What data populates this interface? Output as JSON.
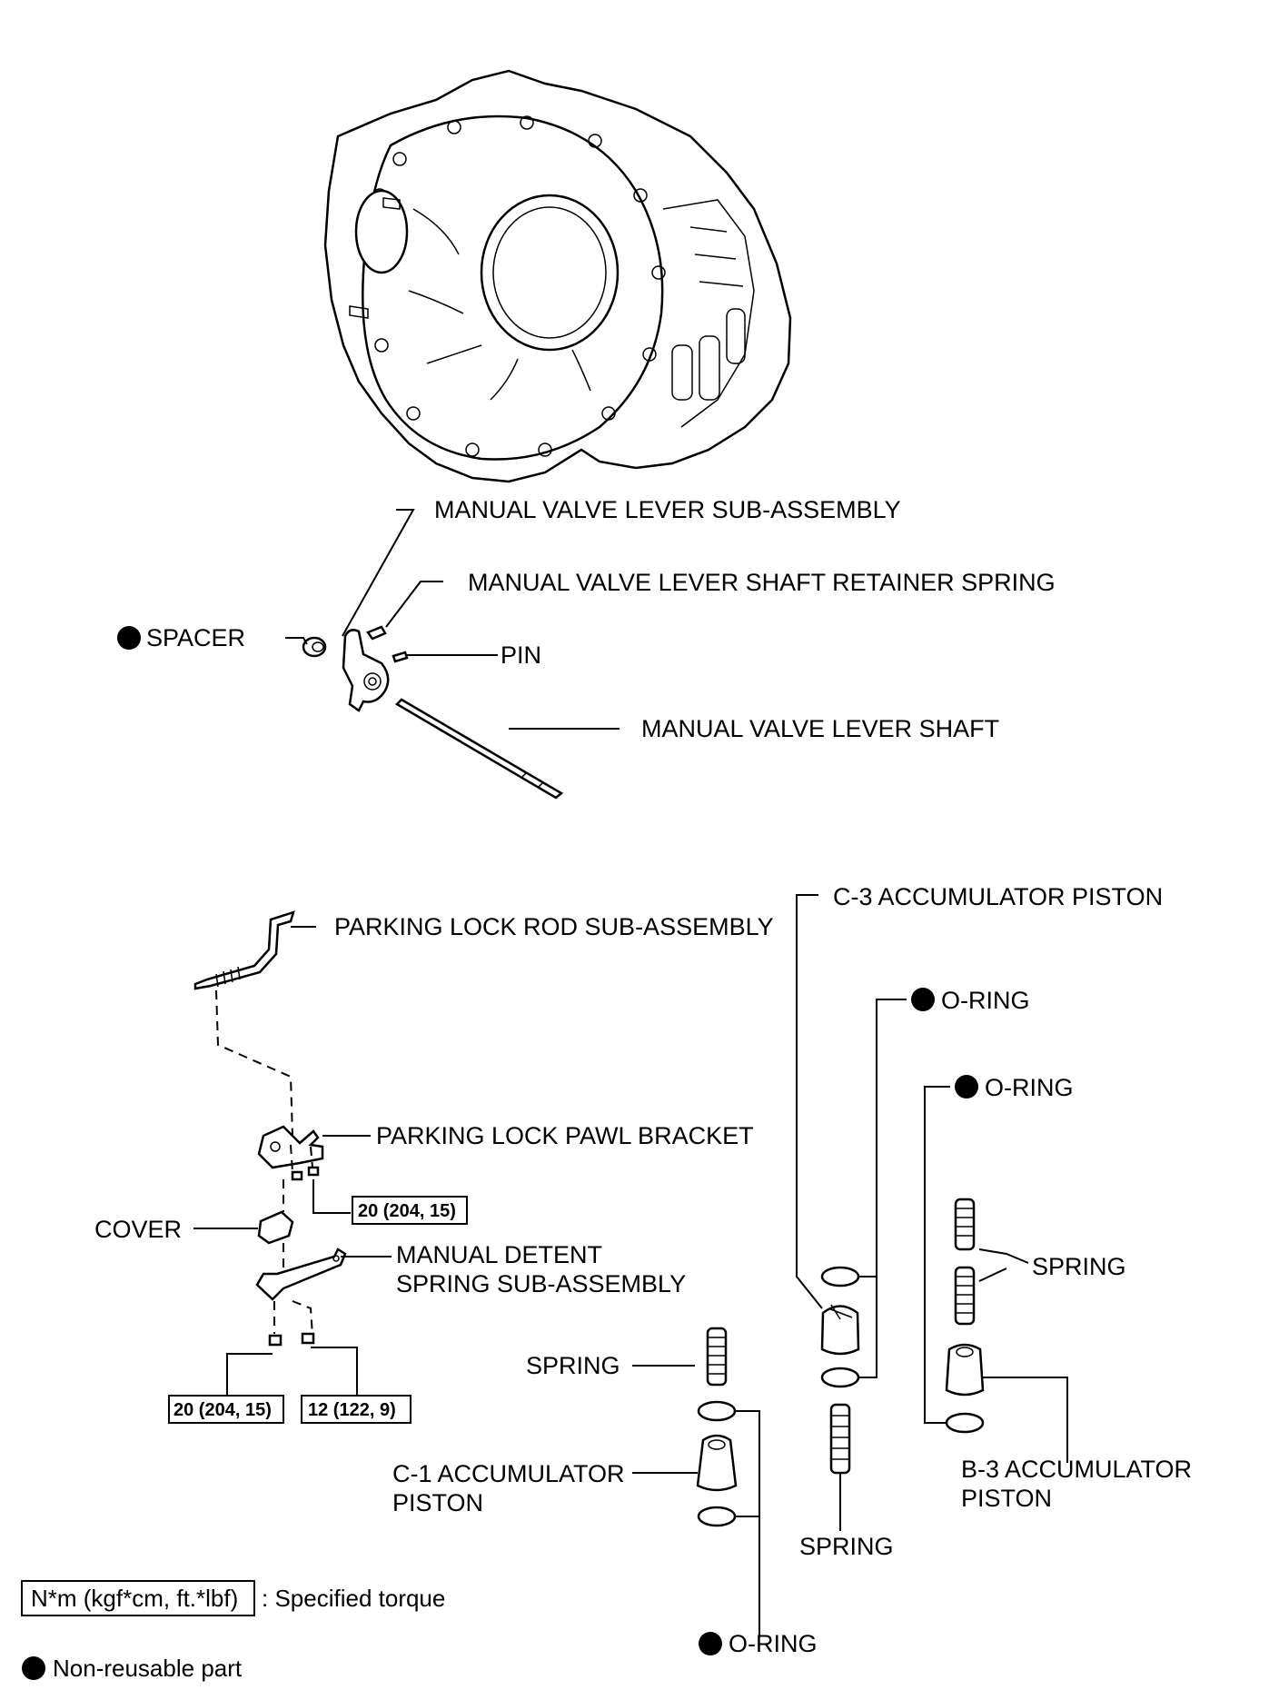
{
  "labels": {
    "manual_valve_lever_sub_assembly": "MANUAL VALVE LEVER SUB-ASSEMBLY",
    "manual_valve_lever_shaft_retainer_spring": "MANUAL VALVE LEVER SHAFT RETAINER SPRING",
    "spacer": "SPACER",
    "pin": "PIN",
    "manual_valve_lever_shaft": "MANUAL VALVE LEVER SHAFT",
    "parking_lock_rod_sub_assembly": "PARKING LOCK ROD SUB-ASSEMBLY",
    "c3_accumulator_piston": "C-3 ACCUMULATOR PISTON",
    "o_ring_1": "O-RING",
    "o_ring_2": "O-RING",
    "o_ring_3": "O-RING",
    "parking_lock_pawl_bracket": "PARKING LOCK PAWL BRACKET",
    "cover": "COVER",
    "manual_detent_spring_line1": "MANUAL DETENT",
    "manual_detent_spring_line2": "SPRING SUB-ASSEMBLY",
    "spring_right": "SPRING",
    "spring_left": "SPRING",
    "spring_bottom": "SPRING",
    "c1_accumulator_piston_line1": "C-1 ACCUMULATOR",
    "c1_accumulator_piston_line2": "PISTON",
    "b3_accumulator_piston_line1": "B-3 ACCUMULATOR",
    "b3_accumulator_piston_line2": "PISTON"
  },
  "torque": {
    "bracket_bolt": "20 (204, 15)",
    "detent_bolt_left": "20 (204, 15)",
    "detent_bolt_right": "12 (122, 9)"
  },
  "legend": {
    "torque_unit": "N*m (kgf*cm, ft.*lbf)",
    "torque_desc": ": Specified torque",
    "non_reusable": "Non-reusable part"
  }
}
